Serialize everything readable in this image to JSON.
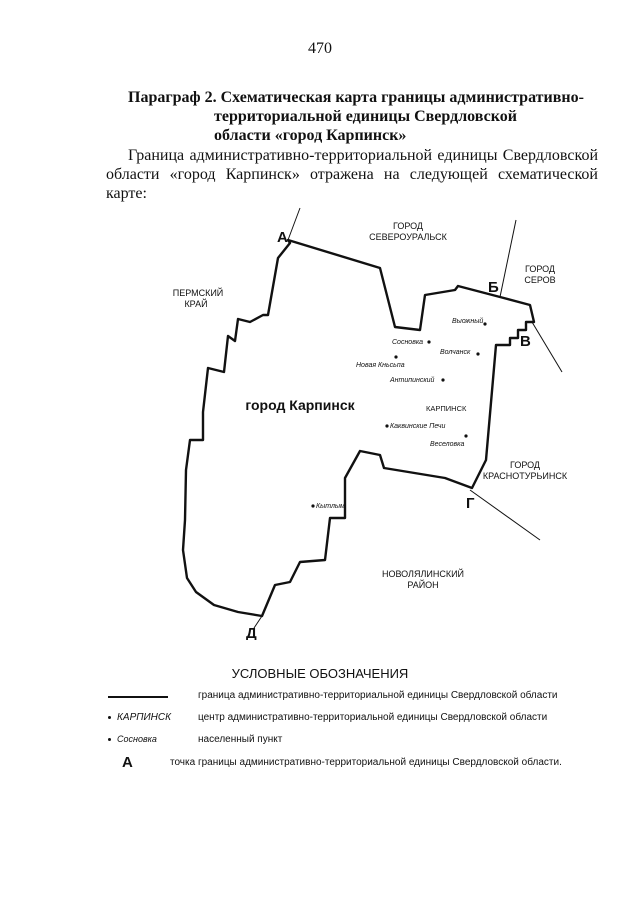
{
  "page_number": "470",
  "heading": {
    "line1": "Параграф 2. Схематическая карта границы административно-",
    "line2": "территориальной единицы Свердловской",
    "line3": "области «город Карпинск»"
  },
  "intro": {
    "line1": "Граница административно-территориальной единицы Свердловской",
    "line2": "области «город Карпинск» отражена на следующей схематической карте:"
  },
  "map": {
    "neighbors": {
      "perm": [
        "ПЕРМСКИЙ",
        "КРАЙ"
      ],
      "severouralsk": [
        "ГОРОД",
        "СЕВЕРОУРАЛЬСК"
      ],
      "serov": [
        "ГОРОД",
        "СЕРОВ"
      ],
      "krasnoturinsk": [
        "ГОРОД",
        "КРАСНОТУРЬИНСК"
      ],
      "novolyalinsky": [
        "НОВОЛЯЛИНСКИЙ",
        "РАЙОН"
      ]
    },
    "main_label": "город Карпинск",
    "points": {
      "a": "А",
      "b": "Б",
      "v": "В",
      "g": "Г",
      "d": "Д"
    },
    "settlements": {
      "vyoyzhny": "Выожный",
      "sosnovka": "Сосновка",
      "volchansk": "Волчанск",
      "novaya_kyasha": "Новая Кньсьпа",
      "antipinsky": "Антипинский",
      "karpinsk_center": "КАРПИНСК",
      "kakvinskie_pechi": "Каквинские Печи",
      "veselovka": "Веселовка",
      "kytlym": "Кытлым"
    }
  },
  "legend": {
    "title": "УСЛОВНЫЕ ОБОЗНАЧЕНИЯ",
    "rows": [
      {
        "sample": "",
        "text": "граница административно-территориальной единицы Свердловской области"
      },
      {
        "sample": "КАРПИНСК",
        "text": "центр административно-территориальной единицы Свердловской области"
      },
      {
        "sample": "Сосновка",
        "text": "населенный пункт"
      },
      {
        "sample": "А",
        "text": "точка границы административно-территориальной единицы Свердловской области."
      }
    ]
  }
}
